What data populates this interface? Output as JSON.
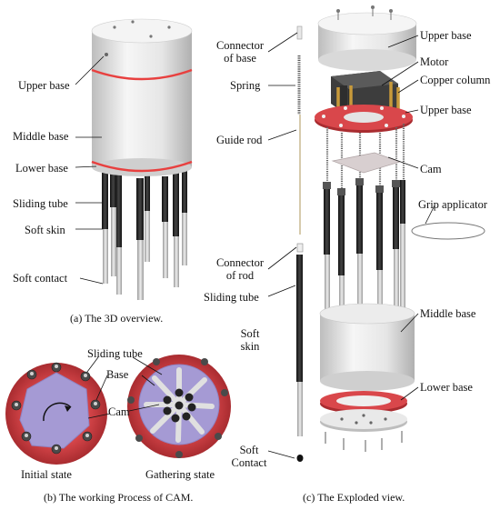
{
  "panel_a": {
    "labels": {
      "upper_base": "Upper base",
      "middle_base": "Middle base",
      "lower_base": "Lower base",
      "sliding_tube": "Sliding tube",
      "soft_skin": "Soft skin",
      "soft_contact": "Soft contact"
    },
    "caption": "(a) The 3D overview."
  },
  "panel_b": {
    "labels": {
      "sliding_tube": "Sliding tube",
      "base": "Base",
      "cam": "Cam",
      "initial_state": "Initial state",
      "gathering_state": "Gathering state"
    },
    "caption": "(b) The working Process of CAM."
  },
  "panel_c": {
    "labels": {
      "connector_of_base_1": "Connector",
      "connector_of_base_2": "of base",
      "spring": "Spring",
      "guide_rod": "Guide rod",
      "connector_of_rod_1": "Connector",
      "connector_of_rod_2": "of rod",
      "sliding_tube": "Sliding tube",
      "soft_skin_1": "Soft",
      "soft_skin_2": "skin",
      "soft_contact_1": "Soft",
      "soft_contact_2": "Contact",
      "upper_base_top": "Upper base",
      "motor": "Motor",
      "copper_column": "Copper column",
      "upper_base_plate": "Upper base",
      "cam": "Cam",
      "grip_applicator": "Grip applicator",
      "middle_base": "Middle base",
      "lower_base": "Lower base"
    },
    "caption": "(c) The Exploded view."
  },
  "colors": {
    "red_ring": "#e8403f",
    "base_white": "#efefef",
    "tube_black": "#1c1c1c",
    "skin_gray": "#d4d4d4",
    "cam_purple": "#b3a9d6",
    "plate_red": "#c9383c",
    "motor_dark": "#3d3d3d",
    "copper": "#c89a3a"
  }
}
